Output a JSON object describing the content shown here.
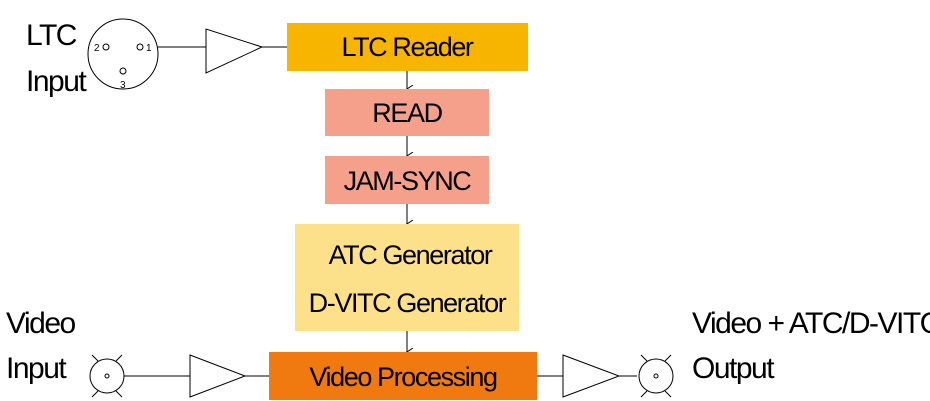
{
  "ltc_input": {
    "line1": "LTC",
    "line2": "Input",
    "pins": {
      "p1": "1",
      "p2": "2",
      "p3": "3"
    }
  },
  "video_input": {
    "line1": "Video",
    "line2": "Input"
  },
  "output": {
    "line1": "Video + ATC/D-VITC",
    "line2": "Output"
  },
  "blocks": {
    "ltc_reader": "LTC Reader",
    "read": "READ",
    "jam_sync": "JAM-SYNC",
    "atc_generator": "ATC Generator",
    "dvitc_generator": "D-VITC Generator",
    "video_processing": "Video Processing"
  },
  "colors": {
    "ltc_reader": "#f7b500",
    "read": "#f4a08a",
    "jam_sync": "#f4a08a",
    "generator": "#fde08a",
    "video_processing": "#f07a10"
  }
}
